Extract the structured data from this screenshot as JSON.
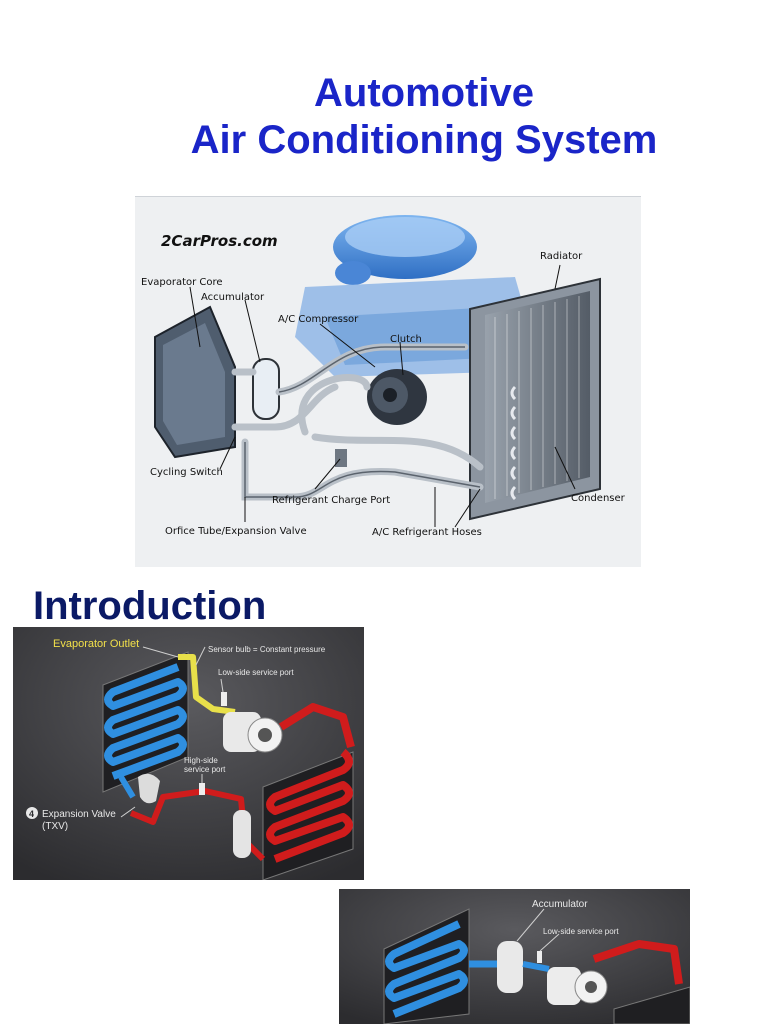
{
  "title": {
    "line1": "Automotive",
    "line2": "Air Conditioning System"
  },
  "figure1": {
    "watermark": "2CarPros.com",
    "labels": {
      "evaporator_core": "Evaporator Core",
      "accumulator": "Accumulator",
      "ac_compressor": "A/C Compressor",
      "clutch": "Clutch",
      "radiator": "Radiator",
      "cycling_switch": "Cycling Switch",
      "refrigerant_charge_port": "Refrigerant Charge Port",
      "orifice_tube": "Orfice Tube/Expansion Valve",
      "ac_refrigerant_hoses": "A/C Refrigerant Hoses",
      "condenser": "Condenser"
    }
  },
  "section_heading": "Introduction",
  "figure2": {
    "labels": {
      "evaporator_outlet": "Evaporator Outlet",
      "sensor_bulb": "Sensor bulb = Constant pressure",
      "low_side_port": "Low-side service port",
      "high_side_port_1": "High-side",
      "high_side_port_2": "service port",
      "step_number": "4",
      "expansion_valve_1": "Expansion Valve",
      "expansion_valve_2": "(TXV)"
    }
  },
  "figure3": {
    "labels": {
      "accumulator": "Accumulator",
      "low_side_port": "Low-side service port"
    }
  },
  "colors": {
    "title_blue": "#1a25c8",
    "heading_navy": "#0b1a66",
    "cold_line": "#2f8fe0",
    "hot_line": "#d01c1c",
    "suction_line": "#e8e04a"
  }
}
